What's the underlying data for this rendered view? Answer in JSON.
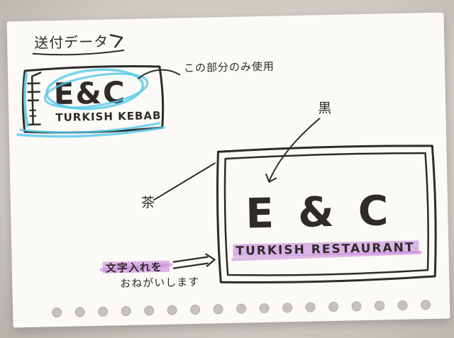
{
  "photo": {
    "header": {
      "title": "送付データ"
    },
    "reference_card": {
      "logo_text": "E&C",
      "logo_subtitle": "TURKISH KEBAB"
    },
    "annotations": {
      "use_only": "この部分のみ使用",
      "color_black": "黒",
      "color_brown": "茶",
      "request_line1": "文字入れを",
      "request_line2": "おねがいします"
    },
    "layout_box": {
      "logo_text": "E & C",
      "logo_subtitle": "TURKISH RESTAURANT"
    },
    "colors": {
      "ink": "#2e2b28",
      "cyan_marker": "#55c8e8",
      "purple_marker": "#c783dc",
      "paper": "#fbfaf6",
      "wall": "#cdc9c3"
    }
  }
}
